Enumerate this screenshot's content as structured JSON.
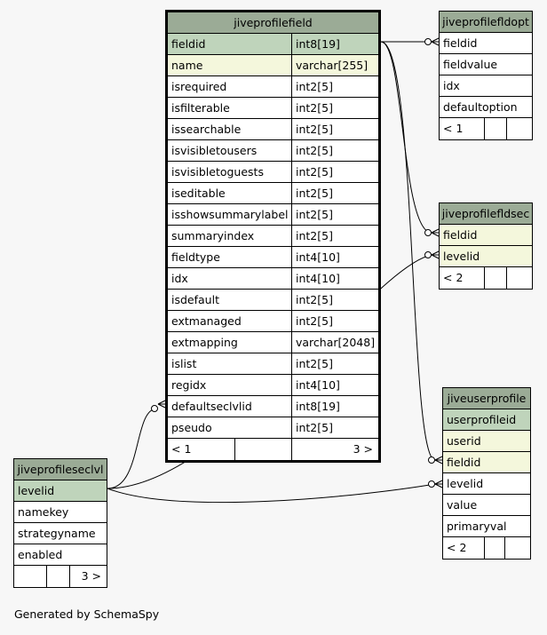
{
  "tables": {
    "jiveprofilefield": {
      "title": "jiveprofilefield",
      "rows": [
        {
          "name": "fieldid",
          "type": "int8[19]",
          "kind": "pk"
        },
        {
          "name": "name",
          "type": "varchar[255]",
          "kind": "fk"
        },
        {
          "name": "isrequired",
          "type": "int2[5]",
          "kind": ""
        },
        {
          "name": "isfilterable",
          "type": "int2[5]",
          "kind": ""
        },
        {
          "name": "issearchable",
          "type": "int2[5]",
          "kind": ""
        },
        {
          "name": "isvisibletousers",
          "type": "int2[5]",
          "kind": ""
        },
        {
          "name": "isvisibletoguests",
          "type": "int2[5]",
          "kind": ""
        },
        {
          "name": "iseditable",
          "type": "int2[5]",
          "kind": ""
        },
        {
          "name": "isshowsummarylabel",
          "type": "int2[5]",
          "kind": ""
        },
        {
          "name": "summaryindex",
          "type": "int2[5]",
          "kind": ""
        },
        {
          "name": "fieldtype",
          "type": "int4[10]",
          "kind": ""
        },
        {
          "name": "idx",
          "type": "int4[10]",
          "kind": ""
        },
        {
          "name": "isdefault",
          "type": "int2[5]",
          "kind": ""
        },
        {
          "name": "extmanaged",
          "type": "int2[5]",
          "kind": ""
        },
        {
          "name": "extmapping",
          "type": "varchar[2048]",
          "kind": ""
        },
        {
          "name": "islist",
          "type": "int2[5]",
          "kind": ""
        },
        {
          "name": "regidx",
          "type": "int4[10]",
          "kind": ""
        },
        {
          "name": "defaultseclvlid",
          "type": "int8[19]",
          "kind": ""
        },
        {
          "name": "pseudo",
          "type": "int2[5]",
          "kind": ""
        }
      ],
      "footer": [
        "< 1",
        "",
        "3 >"
      ]
    },
    "jiveprofilefldopt": {
      "title": "jiveprofilefldopt",
      "rows": [
        {
          "name": "fieldid",
          "kind": ""
        },
        {
          "name": "fieldvalue",
          "kind": ""
        },
        {
          "name": "idx",
          "kind": ""
        },
        {
          "name": "defaultoption",
          "kind": ""
        }
      ],
      "footer": [
        "< 1",
        "",
        ""
      ]
    },
    "jiveprofilefldsec": {
      "title": "jiveprofilefldsec",
      "rows": [
        {
          "name": "fieldid",
          "kind": "fk"
        },
        {
          "name": "levelid",
          "kind": "fk"
        }
      ],
      "footer": [
        "< 2",
        "",
        ""
      ]
    },
    "jiveuserprofile": {
      "title": "jiveuserprofile",
      "rows": [
        {
          "name": "userprofileid",
          "kind": "pk"
        },
        {
          "name": "userid",
          "kind": "fk"
        },
        {
          "name": "fieldid",
          "kind": "fk"
        },
        {
          "name": "levelid",
          "kind": ""
        },
        {
          "name": "value",
          "kind": ""
        },
        {
          "name": "primaryval",
          "kind": ""
        }
      ],
      "footer": [
        "< 2",
        "",
        ""
      ]
    },
    "jiveprofileseclvl": {
      "title": "jiveprofileseclvl",
      "rows": [
        {
          "name": "levelid",
          "kind": "pk"
        },
        {
          "name": "namekey",
          "kind": ""
        },
        {
          "name": "strategyname",
          "kind": ""
        },
        {
          "name": "enabled",
          "kind": ""
        }
      ],
      "footer": [
        "",
        "",
        "3 >"
      ]
    }
  },
  "caption": "Generated by SchemaSpy",
  "colors": {
    "header": "#9bab96",
    "pk": "#bfd4bb",
    "fk": "#f4f7dc",
    "background": "#f7f7f7"
  }
}
